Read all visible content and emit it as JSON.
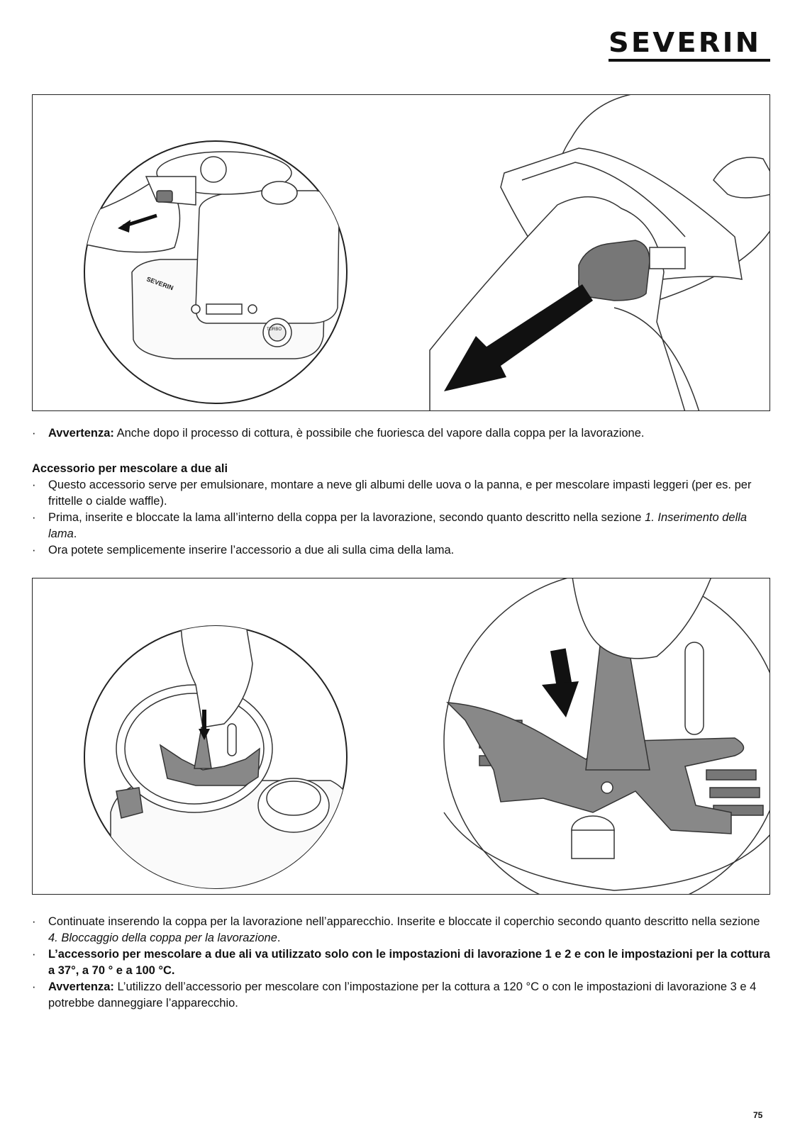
{
  "brand": {
    "logo_text": "SEVERIN"
  },
  "figure_top": {
    "device_label": "SEVERIN",
    "dial_label": "TURBO"
  },
  "warning_1": {
    "label": "Avvertenza:",
    "text": " Anche dopo il processo di cottura, è possibile che fuoriesca del vapore dalla coppa per la lavorazione."
  },
  "section": {
    "heading": "Accessorio per mescolare a due ali",
    "items": [
      {
        "text": "Questo accessorio serve per emulsionare, montare a neve gli albumi delle uova o la panna, e per mescolare impasti leggeri (per es. per frittelle o cialde waffle)."
      },
      {
        "text": "Prima, inserite e bloccate la lama all’interno della coppa per la lavorazione, secondo quanto descritto nella sezione ",
        "italic": "1. Inserimento della lama",
        "tail": "."
      },
      {
        "text": "Ora potete semplicemente inserire l’accessorio a due ali sulla cima della lama."
      }
    ]
  },
  "after": {
    "items": [
      {
        "text": "Continuate inserendo la coppa per la lavorazione nell’apparecchio. Inserite e bloccate il coperchio secondo quanto descritto nella sezione ",
        "italic": "4. Bloccaggio della coppa per la lavorazione",
        "tail": "."
      },
      {
        "bold": "L’accessorio per mescolare a due ali va utilizzato solo con le impostazioni di lavorazione 1 e 2 e con le impostazioni per la cottura a 37°, a 70 ° e a 100 °C."
      },
      {
        "label": "Avvertenza:",
        "text": " L’utilizzo dell’accessorio per mescolare con l’impostazione per la cottura a 120 °C o con le impostazioni di lavorazione 3 e 4 potrebbe danneggiare l’apparecchio."
      }
    ]
  },
  "bullet_symbol": "·",
  "page_number": "75"
}
